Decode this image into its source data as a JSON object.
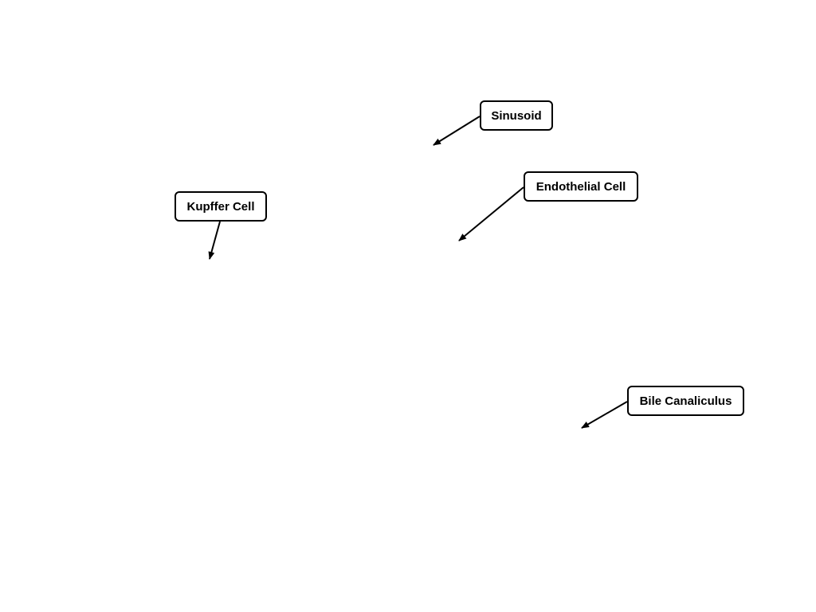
{
  "labels": {
    "sinusoid": "Sinusoid",
    "endothelial_cell": "Endothelial Cell",
    "kupffer_cell": "Kupffer Cell",
    "bile_canaliculus": "Bile Canaliculus"
  },
  "colors": {
    "stroke": "#000000",
    "background": "#ffffff"
  }
}
